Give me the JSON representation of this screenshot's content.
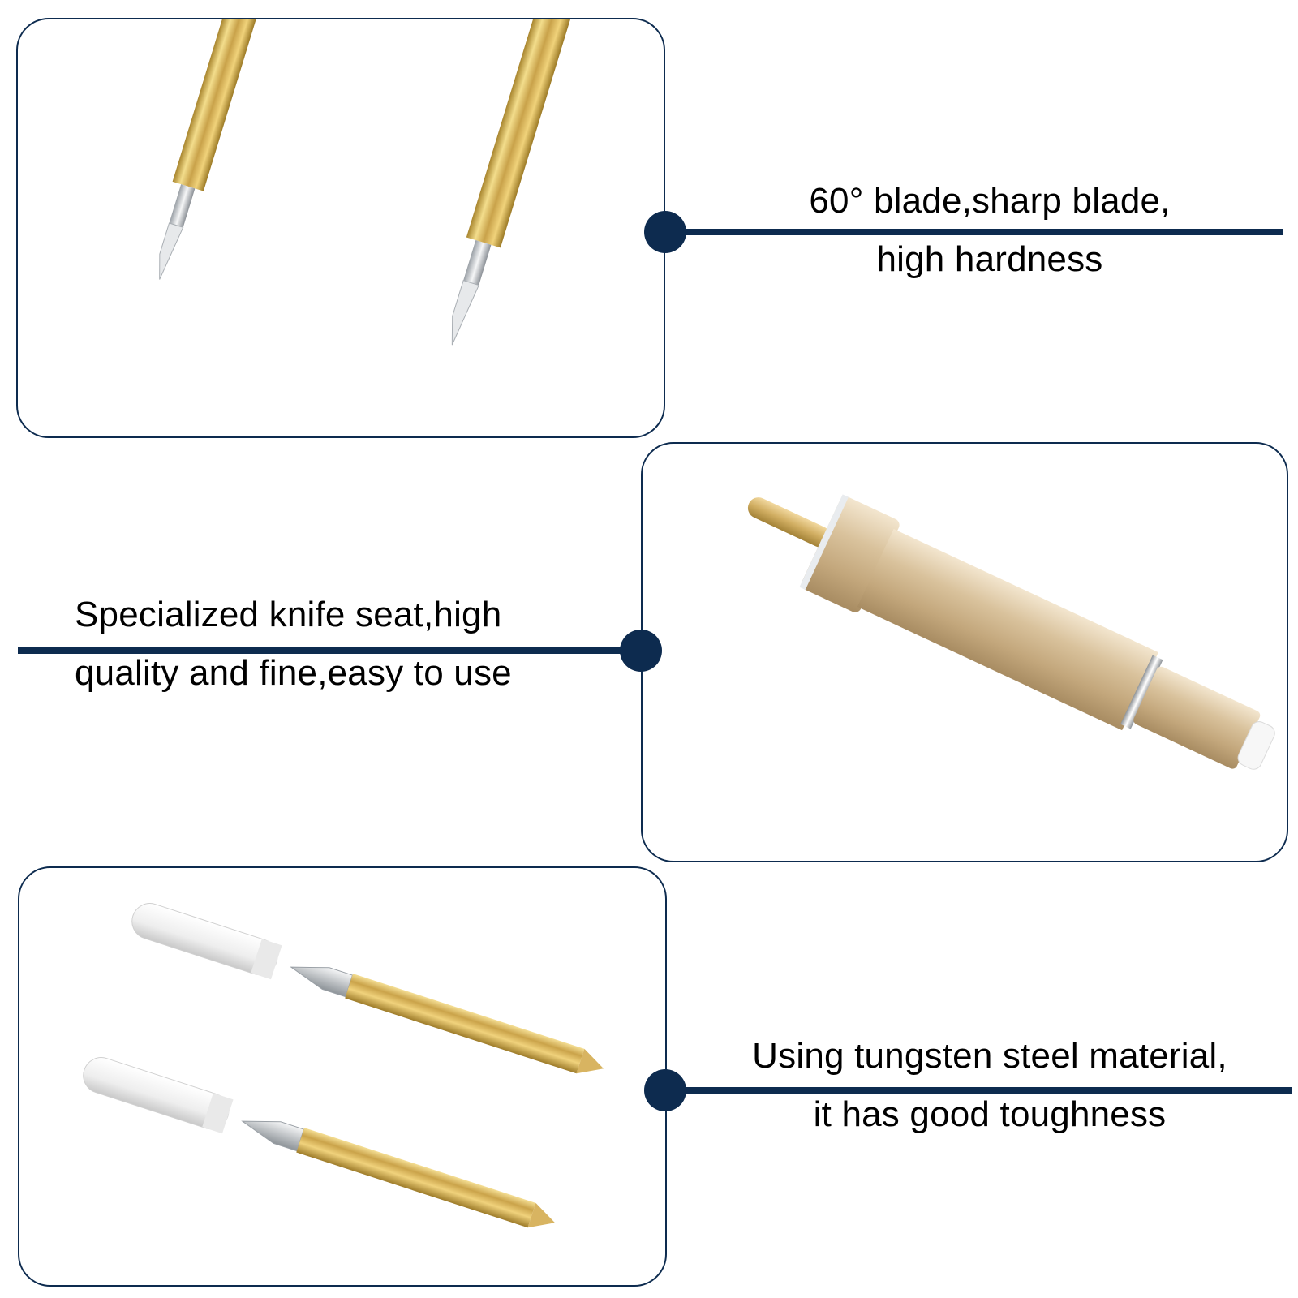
{
  "features": [
    {
      "id": "blade",
      "line1": "60° blade,sharp blade,",
      "line2": "high hardness",
      "icon": "cutting-blade-image"
    },
    {
      "id": "knife-seat",
      "line1": "Specialized knife seat,high",
      "line2": "quality and fine,easy to use",
      "icon": "knife-seat-image"
    },
    {
      "id": "material",
      "line1": "Using tungsten steel material,",
      "line2": "it has good toughness",
      "icon": "blade-with-caps-image"
    }
  ],
  "colors": {
    "accent": "#0d2b4f",
    "gold": "#d4b45c",
    "champagne": "#d8c29d",
    "cap": "#f4f4f4"
  }
}
